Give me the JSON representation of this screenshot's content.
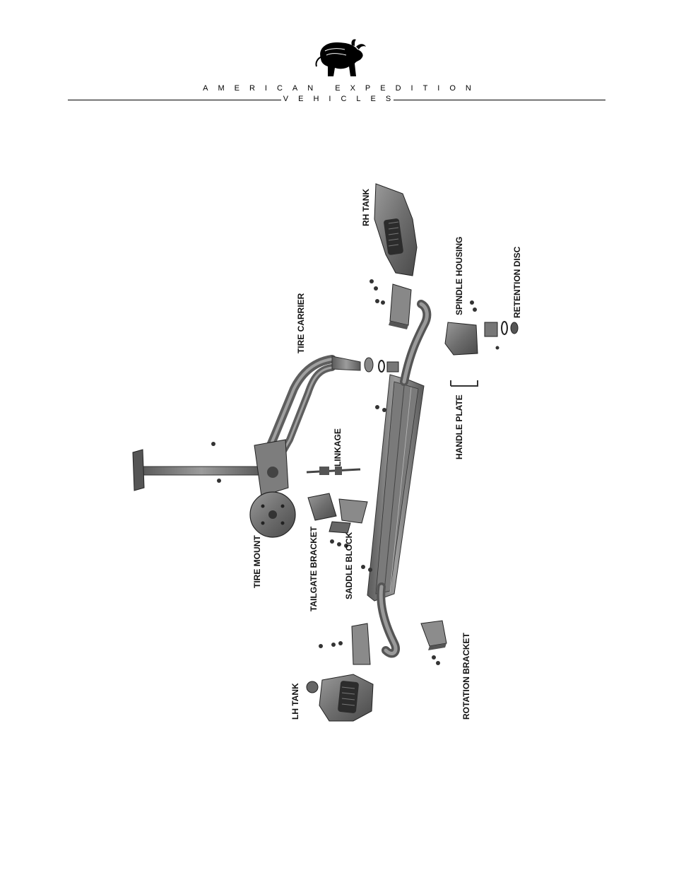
{
  "brand": {
    "line1": "AMERICAN EXPEDITION",
    "line2": "VEHICLES",
    "logo_icon": "bull-logo-icon"
  },
  "diagram": {
    "labels": {
      "rh_tank": "RH TANK",
      "tire_carrier": "TIRE CARRIER",
      "spindle_housing": "SPINDLE HOUSING",
      "retention_disc": "RETENTION DISC",
      "linkage": "LINKAGE",
      "handle_plate": "HANDLE PLATE",
      "tire_mount": "TIRE MOUNT",
      "tailgate_bracket": "TAILGATE BRACKET",
      "saddle_block": "SADDLE BLOCK",
      "lh_tank": "LH TANK",
      "rotation_bracket": "ROTATION BRACKET"
    }
  }
}
